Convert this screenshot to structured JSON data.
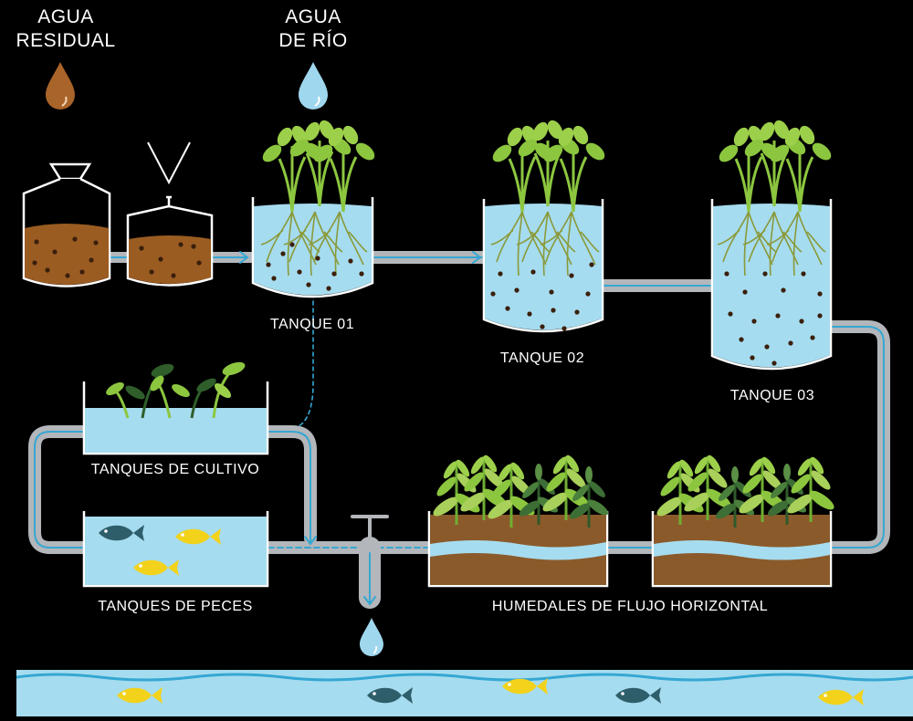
{
  "sources": {
    "wastewater": {
      "line1": "AGUA",
      "line2": "RESIDUAL"
    },
    "riverwater": {
      "line1": "AGUA",
      "line2": "DE RÍO"
    }
  },
  "labels": {
    "tank1": "TANQUE 01",
    "tank2": "TANQUE 02",
    "tank3": "TANQUE 03",
    "cultivation": "TANQUES DE CULTIVO",
    "fish": "TANQUES DE PECES",
    "wetlands": "HUMEDALES DE FLUJO HORIZONTAL"
  },
  "colors": {
    "background": "#000000",
    "water": "#a6dcef",
    "water_dark": "#35a7d3",
    "sludge": "#9b5c22",
    "soil": "#8b5a2b",
    "pipe": "#b3b6ba",
    "leaf": "#8cc63f",
    "fish_teal": "#2f5e6b",
    "fish_yellow": "#f2d21b",
    "drop_brown": "#a9642a",
    "drop_blue": "#9fd7ee"
  }
}
